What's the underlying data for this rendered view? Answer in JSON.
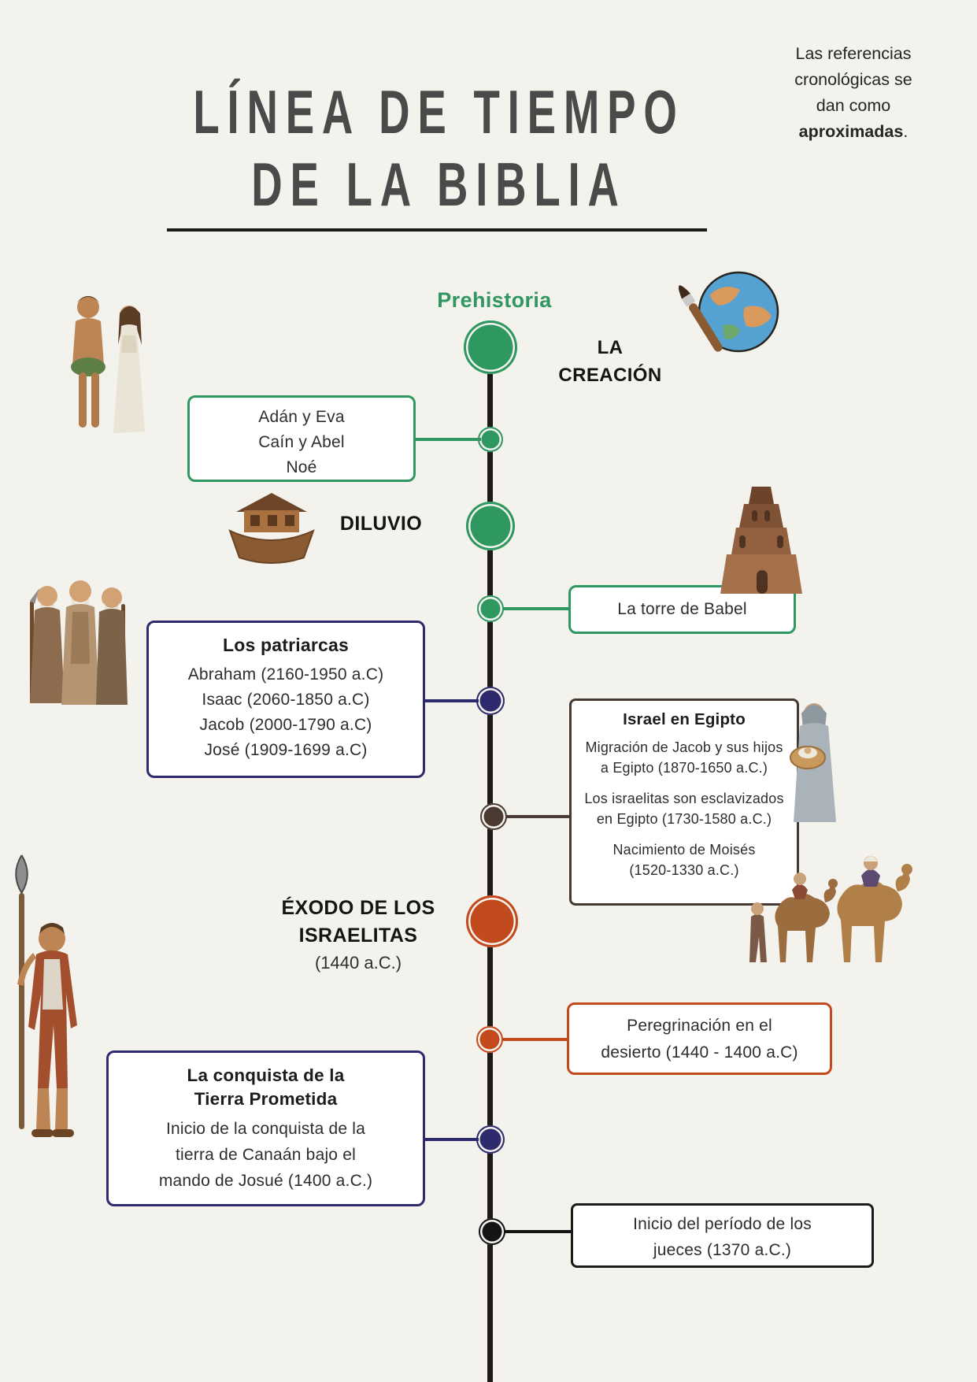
{
  "title": {
    "line1": "LÍNEA DE TIEMPO",
    "line2": "DE LA BIBLIA"
  },
  "note": {
    "line1": "Las referencias",
    "line2": "cronológicas se",
    "line3": "dan como",
    "bold": "aproximadas",
    "suffix": "."
  },
  "era_label": "Prehistoria",
  "events": {
    "creacion": {
      "label_line1": "LA",
      "label_line2": "CREACIÓN"
    },
    "adan_eva": {
      "lines": [
        "Adán y Eva",
        "Caín y Abel",
        "Noé"
      ]
    },
    "diluvio": {
      "label": "DILUVIO"
    },
    "babel": {
      "text": "La torre de Babel"
    },
    "patriarcas": {
      "title": "Los patriarcas",
      "lines": [
        "Abraham (2160-1950 a.C)",
        "Isaac (2060-1850 a.C)",
        "Jacob (2000-1790 a.C)",
        "José (1909-1699 a.C)"
      ]
    },
    "israel_egipto": {
      "title": "Israel en Egipto",
      "paragraphs": [
        [
          "Migración de Jacob y sus hijos",
          "a Egipto (1870-1650 a.C.)"
        ],
        [
          "Los israelitas son esclavizados",
          "en Egipto (1730-1580 a.C.)"
        ],
        [
          "Nacimiento de Moisés",
          "(1520-1330 a.C.)"
        ]
      ]
    },
    "exodo": {
      "title_line1": "ÉXODO DE LOS",
      "title_line2": "ISRAELITAS",
      "date": "(1440 a.C.)"
    },
    "peregrinacion": {
      "lines": [
        "Peregrinación en el",
        "desierto (1440 - 1400 a.C)"
      ]
    },
    "conquista": {
      "title_line1": "La conquista de la",
      "title_line2": "Tierra Prometida",
      "lines": [
        "Inicio de la conquista de la",
        "tierra de Canaán bajo el",
        "mando de Josué (1400 a.C.)"
      ]
    },
    "jueces": {
      "lines": [
        "Inicio del período de los",
        "jueces (1370 a.C.)"
      ]
    }
  },
  "colors": {
    "background": "#f4f2ec",
    "title_gray": "#4a4a4a",
    "timeline_black": "#1d1a17",
    "green": "#2f9760",
    "navy": "#2e2a6e",
    "brown": "#4a3a31",
    "orange": "#c24a1d",
    "black_node": "#141414"
  },
  "illustrations": [
    "adam-and-eve",
    "globe-with-paintbrush",
    "noahs-ark",
    "tower-of-babel",
    "patriarchs-group",
    "mother-with-moses-basket",
    "camel-caravan",
    "israelite-spearman"
  ]
}
